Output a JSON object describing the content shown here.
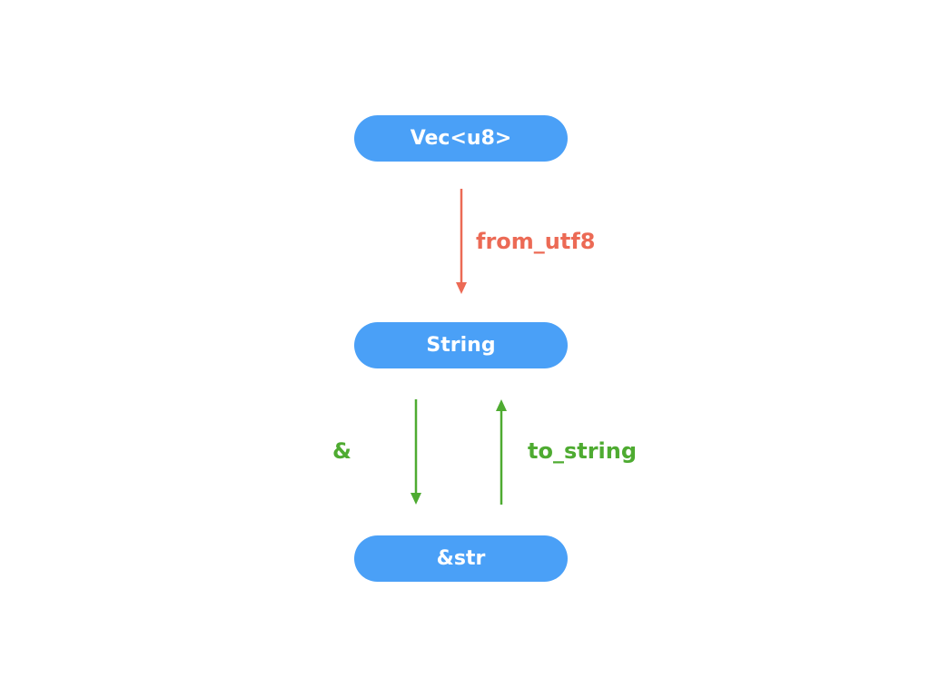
{
  "nodes": {
    "vec_u8": "Vec<u8>",
    "string": "String",
    "str_ref": "&str"
  },
  "edges": {
    "vec_to_string": {
      "label": "from_utf8",
      "color": "#ec6a55"
    },
    "string_to_str": {
      "label": "&",
      "color": "#4eab31"
    },
    "str_to_string": {
      "label": "to_string",
      "color": "#4eab31"
    }
  },
  "colors": {
    "node_fill": "#4aa0f7",
    "node_text": "#ffffff",
    "background": "#ffffff"
  }
}
